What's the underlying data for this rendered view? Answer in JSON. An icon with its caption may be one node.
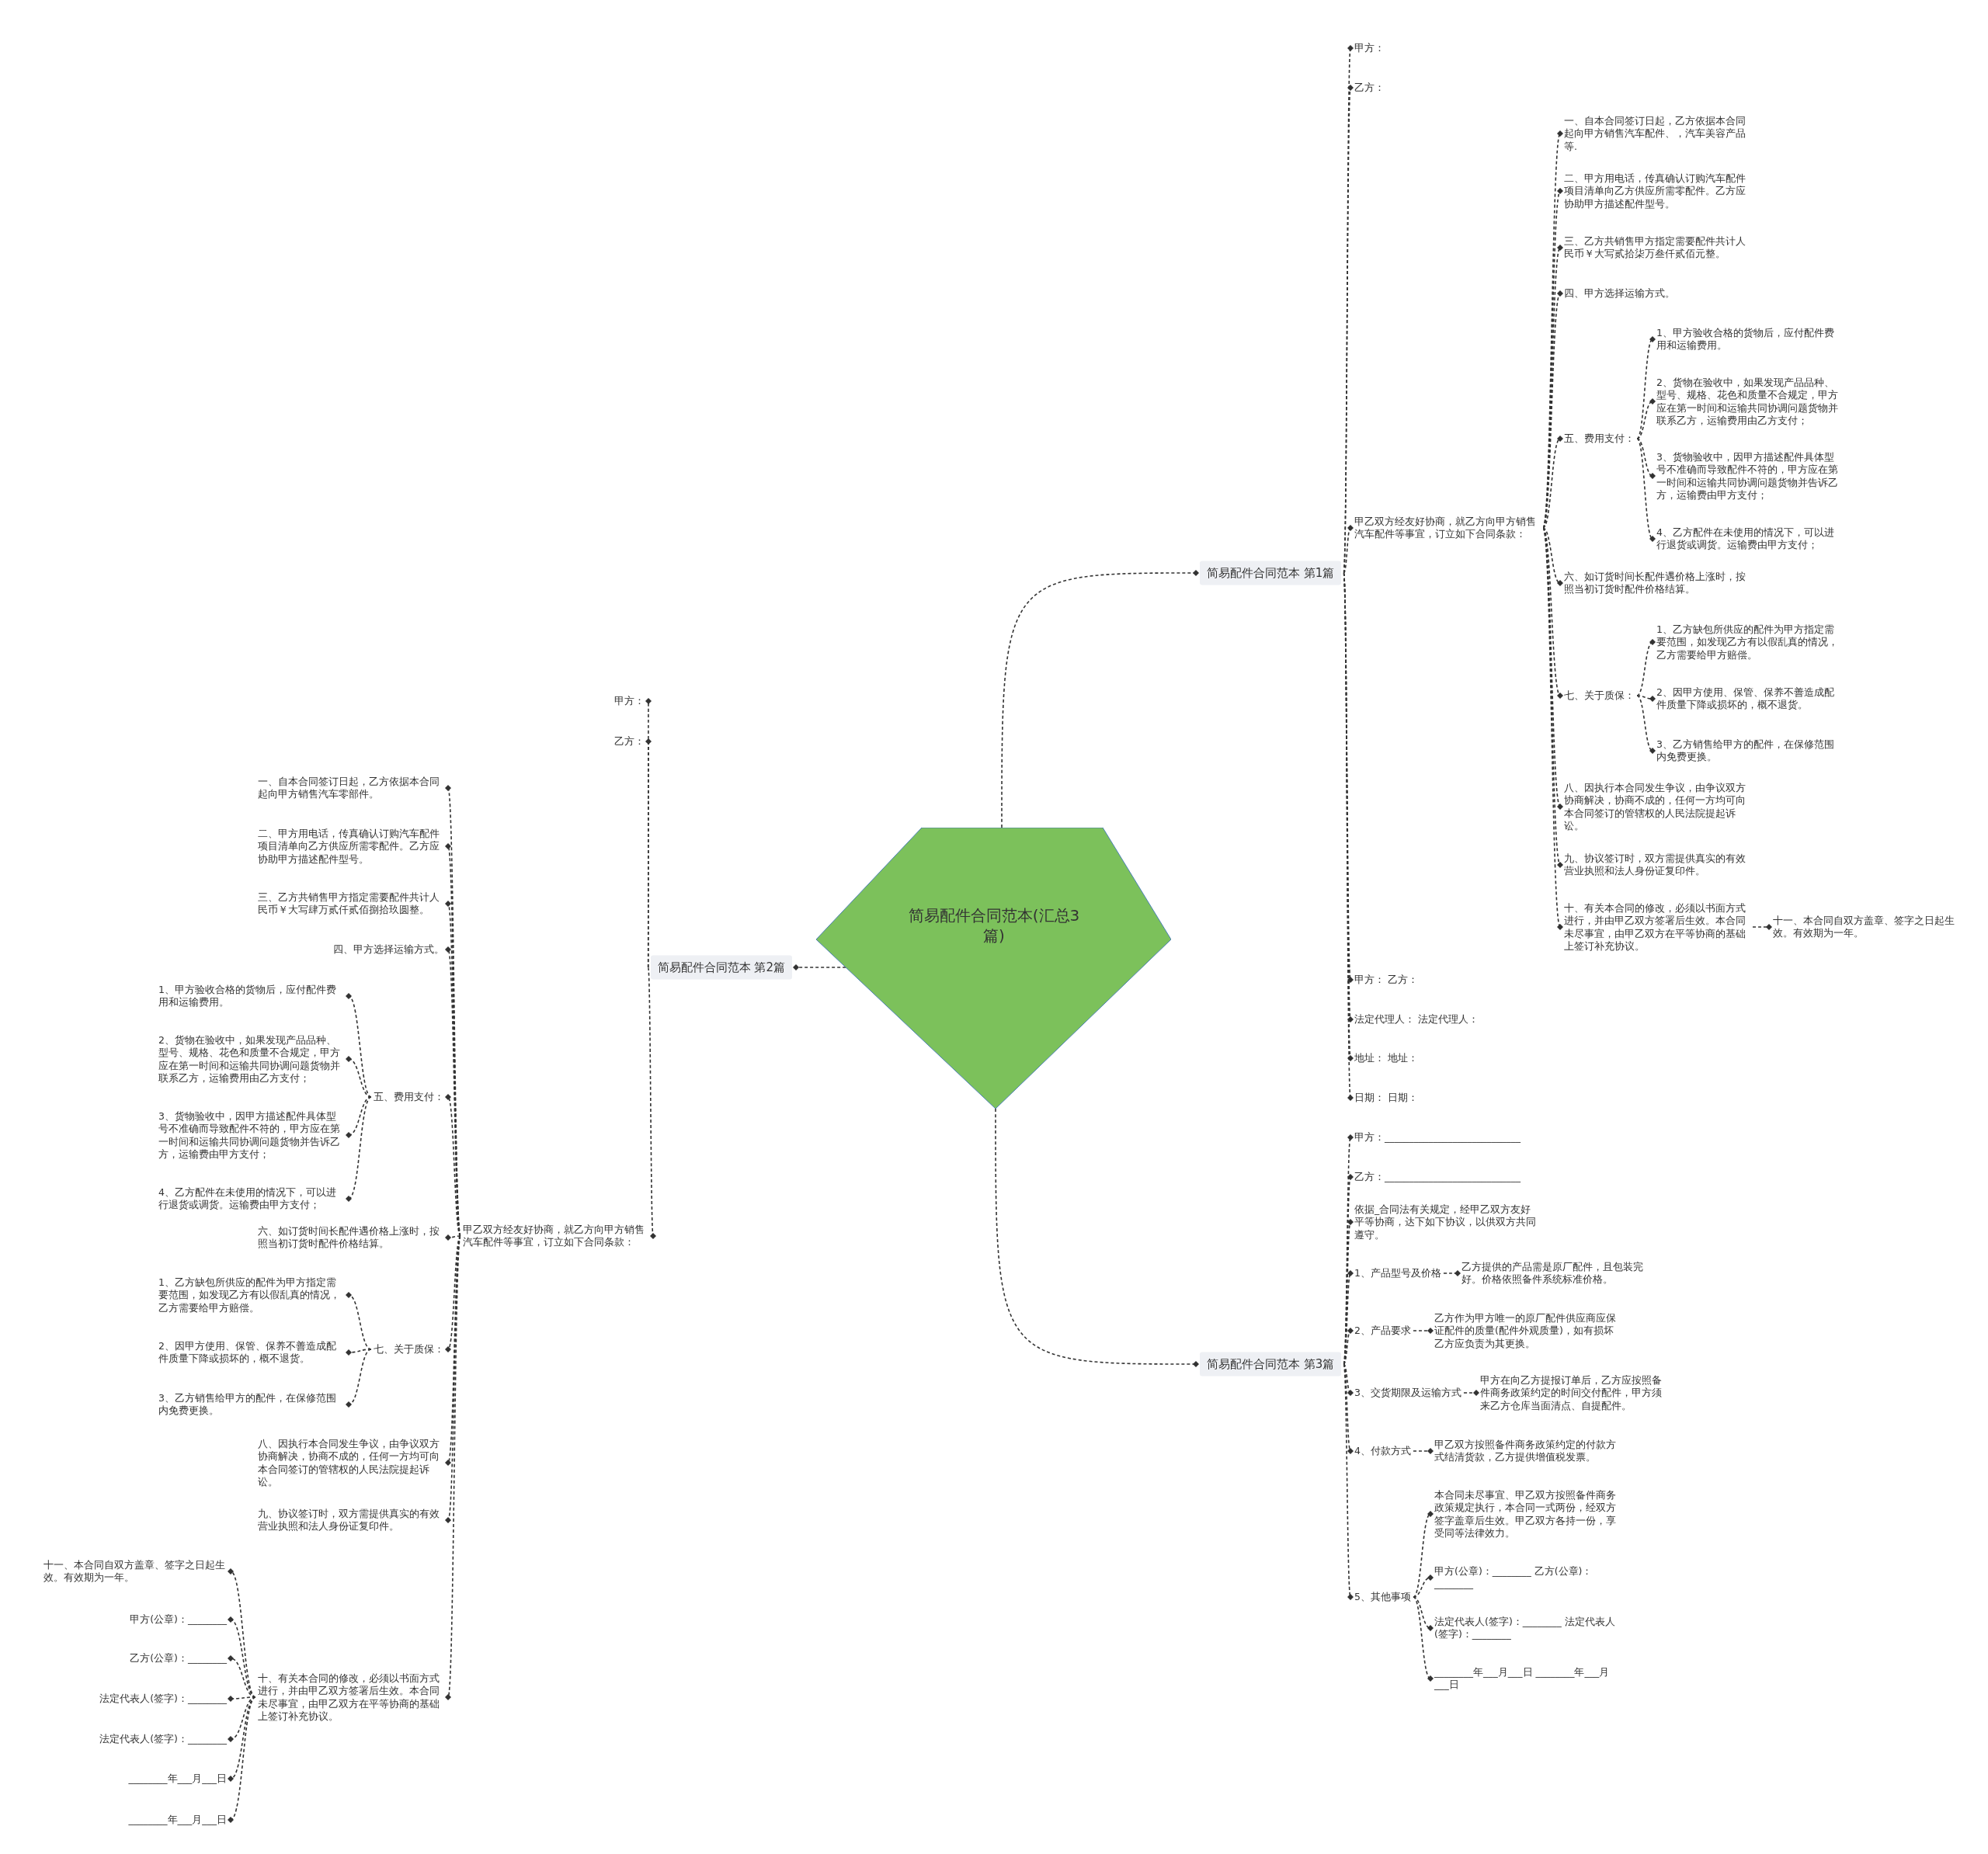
{
  "diagram": {
    "nodes": [
      {
        "text": [
          "简易配件合同范本(汇总3篇)"
        ]
      },
      {
        "text": [
          "简易配件合同范本 第1篇"
        ]
      },
      {
        "text": [
          "甲方："
        ]
      },
      {
        "text": [
          "乙方："
        ]
      },
      {
        "text": [
          "甲乙双方经友好协商，就乙方向甲方销售汽车配件等事宜，订立如下合同条款："
        ]
      },
      {
        "text": [
          "一、自本合同签订日起，乙方依据本合同起向甲方销售汽车配件、，汽车美容产品等."
        ]
      },
      {
        "text": [
          "二、甲方用电话，传真确认订购汽车配件项目清单向乙方供应所需零配件。乙方应协助甲方描述配件型号。"
        ]
      },
      {
        "text": [
          "三、乙方共销售甲方指定需要配件共计人民币￥大写贰拾柒万叁仟贰佰元整。"
        ]
      },
      {
        "text": [
          "四、甲方选择运输方式。"
        ]
      },
      {
        "text": [
          "五、费用支付："
        ]
      },
      {
        "text": [
          "1、甲方验收合格的货物后，应付配件费用和运输费用。"
        ]
      },
      {
        "text": [
          "2、货物在验收中，如果发现产品品种、型号、规格、花色和质量不合规定，甲方应在第一时间和运输共同协调问题货物并联系乙方，运输费用由乙方支付；"
        ]
      },
      {
        "text": [
          "3、货物验收中，因甲方描述配件具体型号不准确而导致配件不符的，甲方应在第一时间和运输共同协调问题货物并告诉乙方，运输费由甲方支付；"
        ]
      },
      {
        "text": [
          "4、乙方配件在未使用的情况下，可以进行退货或调货。运输费由甲方支付；"
        ]
      },
      {
        "text": [
          "六、如订货时间长配件遇价格上涨时，按照当初订货时配件价格结算。"
        ]
      },
      {
        "text": [
          "七、关于质保："
        ]
      },
      {
        "text": [
          "1、乙方缺包所供应的配件为甲方指定需要范围，如发现乙方有以假乱真的情况，乙方需要给甲方赔偿。"
        ]
      },
      {
        "text": [
          "2、因甲方使用、保管、保养不善造成配件质量下降或损坏的，概不退货。"
        ]
      },
      {
        "text": [
          "3、乙方销售给甲方的配件，在保修范围内免费更换。"
        ]
      },
      {
        "text": [
          "八、因执行本合同发生争议，由争议双方协商解决，协商不成的，任何一方均可向本合同签订的管辖权的人民法院提起诉讼。"
        ]
      },
      {
        "text": [
          "九、协议签订时，双方需提供真实的有效营业执照和法人身份证复印件。"
        ]
      },
      {
        "text": [
          "十、有关本合同的修改，必须以书面方式进行，并由甲乙双方签署后生效。本合同未尽事宜，由甲乙双方在平等协商的基础上签订补充协议。"
        ]
      },
      {
        "text": [
          "十一、本合同自双方盖章、签字之日起生效。有效期为一年。"
        ]
      },
      {
        "text": [
          "甲方： 乙方："
        ]
      },
      {
        "text": [
          "法定代理人： 法定代理人："
        ]
      },
      {
        "text": [
          "地址： 地址："
        ]
      },
      {
        "text": [
          "日期： 日期："
        ]
      },
      {
        "text": [
          "简易配件合同范本 第2篇"
        ]
      },
      {
        "text": [
          "甲方："
        ]
      },
      {
        "text": [
          "乙方："
        ]
      },
      {
        "text": [
          "甲乙双方经友好协商，就乙方向甲方销售汽车配件等事宜，订立如下合同条款："
        ]
      },
      {
        "text": [
          "一、自本合同签订日起，乙方依据本合同起向甲方销售汽车零部件。"
        ]
      },
      {
        "text": [
          "二、甲方用电话，传真确认订购汽车配件项目清单向乙方供应所需零配件。乙方应协助甲方描述配件型号。"
        ]
      },
      {
        "text": [
          "三、乙方共销售甲方指定需要配件共计人民币￥大写肆万贰仟贰佰捌拾玖圆整。"
        ]
      },
      {
        "text": [
          "四、甲方选择运输方式。"
        ]
      },
      {
        "text": [
          "五、费用支付："
        ]
      },
      {
        "text": [
          "1、甲方验收合格的货物后，应付配件费用和运输费用。"
        ]
      },
      {
        "text": [
          "2、货物在验收中，如果发现产品品种、型号、规格、花色和质量不合规定，甲方应在第一时间和运输共同协调问题货物并联系乙方，运输费用由乙方支付；"
        ]
      },
      {
        "text": [
          "3、货物验收中，因甲方描述配件具体型号不准确而导致配件不符的，甲方应在第一时间和运输共同协调问题货物并告诉乙方，运输费由甲方支付；"
        ]
      },
      {
        "text": [
          "4、乙方配件在未使用的情况下，可以进行退货或调货。运输费由甲方支付；"
        ]
      },
      {
        "text": [
          "六、如订货时间长配件遇价格上涨时，按照当初订货时配件价格结算。"
        ]
      },
      {
        "text": [
          "七、关于质保："
        ]
      },
      {
        "text": [
          "1、乙方缺包所供应的配件为甲方指定需要范围，如发现乙方有以假乱真的情况，乙方需要给甲方赔偿。"
        ]
      },
      {
        "text": [
          "2、因甲方使用、保管、保养不善造成配件质量下降或损坏的，概不退货。"
        ]
      },
      {
        "text": [
          "3、乙方销售给甲方的配件，在保修范围内免费更换。"
        ]
      },
      {
        "text": [
          "八、因执行本合同发生争议，由争议双方协商解决，协商不成的，任何一方均可向本合同签订的管辖权的人民法院提起诉讼。"
        ]
      },
      {
        "text": [
          "九、协议签订时，双方需提供真实的有效营业执照和法人身份证复印件。"
        ]
      },
      {
        "text": [
          "十、有关本合同的修改，必须以书面方式进行，并由甲乙双方签署后生效。本合同未尽事宜，由甲乙双方在平等协商的基础上签订补充协议。"
        ]
      },
      {
        "text": [
          "十一、本合同自双方盖章、签字之日起生效。有效期为一年。"
        ]
      },
      {
        "text": [
          "甲方(公章)：________"
        ]
      },
      {
        "text": [
          "乙方(公章)：________"
        ]
      },
      {
        "text": [
          "法定代表人(签字)：________"
        ]
      },
      {
        "text": [
          "法定代表人(签字)：________"
        ]
      },
      {
        "text": [
          "________年___月___日"
        ]
      },
      {
        "text": [
          "________年___月___日"
        ]
      },
      {
        "text": [
          "简易配件合同范本 第3篇"
        ]
      },
      {
        "text": [
          "甲方：____________________________"
        ]
      },
      {
        "text": [
          "乙方：____________________________"
        ]
      },
      {
        "text": [
          "依据_合同法有关规定，经甲乙双方友好平等协商，达下如下协议，以供双方共同遵守。"
        ]
      },
      {
        "text": [
          "1、产品型号及价格"
        ]
      },
      {
        "text": [
          "乙方提供的产品需是原厂配件，且包装完好。价格依照备件系统标准价格。"
        ]
      },
      {
        "text": [
          "2、产品要求"
        ]
      },
      {
        "text": [
          "乙方作为甲方唯一的原厂配件供应商应保证配件的质量(配件外观质量)，如有损坏乙方应负责为其更换。"
        ]
      },
      {
        "text": [
          "3、交货期限及运输方式"
        ]
      },
      {
        "text": [
          "甲方在向乙方提报订单后，乙方应按照备件商务政策约定的时间交付配件，甲方须来乙方仓库当面清点、自提配件。"
        ]
      },
      {
        "text": [
          "4、付款方式"
        ]
      },
      {
        "text": [
          "甲乙双方按照备件商务政策约定的付款方式结清货款，乙方提供增值税发票。"
        ]
      },
      {
        "text": [
          "5、其他事项"
        ]
      },
      {
        "text": [
          "本合同未尽事宜、甲乙双方按照备件商务政策规定执行，本合同一式两份，经双方签字盖章后生效。甲乙双方各持一份，享受同等法律效力。"
        ]
      },
      {
        "text": [
          "甲方(公章)：________ 乙方(公章)：________"
        ]
      },
      {
        "text": [
          "法定代表人(签字)：________ 法定代表人(签字)：________"
        ]
      },
      {
        "text": [
          "________年___月___日 ________年___月___日"
        ]
      }
    ],
    "edges": [
      {
        "from": 0,
        "to": 1,
        "arrow": "other"
      },
      {
        "from": 0,
        "to": 27,
        "arrow": "other"
      },
      {
        "from": 0,
        "to": 55,
        "arrow": "other"
      },
      {
        "from": 1,
        "to": 2,
        "arrow": "other"
      },
      {
        "from": 1,
        "to": 3,
        "arrow": "other"
      },
      {
        "from": 1,
        "to": 4,
        "arrow": "other"
      },
      {
        "from": 1,
        "to": 23,
        "arrow": "other"
      },
      {
        "from": 1,
        "to": 24,
        "arrow": "other"
      },
      {
        "from": 1,
        "to": 25,
        "arrow": "other"
      },
      {
        "from": 1,
        "to": 26,
        "arrow": "other"
      },
      {
        "from": 4,
        "to": 5,
        "arrow": "other"
      },
      {
        "from": 4,
        "to": 6,
        "arrow": "other"
      },
      {
        "from": 4,
        "to": 7,
        "arrow": "other"
      },
      {
        "from": 4,
        "to": 8,
        "arrow": "other"
      },
      {
        "from": 4,
        "to": 9,
        "arrow": "other"
      },
      {
        "from": 4,
        "to": 14,
        "arrow": "other"
      },
      {
        "from": 4,
        "to": 15,
        "arrow": "other"
      },
      {
        "from": 4,
        "to": 19,
        "arrow": "other"
      },
      {
        "from": 4,
        "to": 20,
        "arrow": "other"
      },
      {
        "from": 4,
        "to": 21,
        "arrow": "other"
      },
      {
        "from": 9,
        "to": 10,
        "arrow": "other"
      },
      {
        "from": 9,
        "to": 11,
        "arrow": "other"
      },
      {
        "from": 9,
        "to": 12,
        "arrow": "other"
      },
      {
        "from": 9,
        "to": 13,
        "arrow": "other"
      },
      {
        "from": 15,
        "to": 16,
        "arrow": "other"
      },
      {
        "from": 15,
        "to": 17,
        "arrow": "other"
      },
      {
        "from": 15,
        "to": 18,
        "arrow": "other"
      },
      {
        "from": 21,
        "to": 22,
        "arrow": "other"
      },
      {
        "from": 27,
        "to": 28,
        "arrow": "other"
      },
      {
        "from": 27,
        "to": 29,
        "arrow": "other"
      },
      {
        "from": 27,
        "to": 30,
        "arrow": "other"
      },
      {
        "from": 30,
        "to": 31,
        "arrow": "other"
      },
      {
        "from": 30,
        "to": 32,
        "arrow": "other"
      },
      {
        "from": 30,
        "to": 33,
        "arrow": "other"
      },
      {
        "from": 30,
        "to": 34,
        "arrow": "other"
      },
      {
        "from": 30,
        "to": 35,
        "arrow": "other"
      },
      {
        "from": 30,
        "to": 40,
        "arrow": "other"
      },
      {
        "from": 30,
        "to": 41,
        "arrow": "other"
      },
      {
        "from": 30,
        "to": 45,
        "arrow": "other"
      },
      {
        "from": 30,
        "to": 46,
        "arrow": "other"
      },
      {
        "from": 30,
        "to": 47,
        "arrow": "other"
      },
      {
        "from": 35,
        "to": 36,
        "arrow": "other"
      },
      {
        "from": 35,
        "to": 37,
        "arrow": "other"
      },
      {
        "from": 35,
        "to": 38,
        "arrow": "other"
      },
      {
        "from": 35,
        "to": 39,
        "arrow": "other"
      },
      {
        "from": 41,
        "to": 42,
        "arrow": "other"
      },
      {
        "from": 41,
        "to": 43,
        "arrow": "other"
      },
      {
        "from": 41,
        "to": 44,
        "arrow": "other"
      },
      {
        "from": 47,
        "to": 48,
        "arrow": "other"
      },
      {
        "from": 47,
        "to": 49,
        "arrow": "other"
      },
      {
        "from": 47,
        "to": 50,
        "arrow": "other"
      },
      {
        "from": 47,
        "to": 51,
        "arrow": "other"
      },
      {
        "from": 47,
        "to": 52,
        "arrow": "other"
      },
      {
        "from": 47,
        "to": 53,
        "arrow": "other"
      },
      {
        "from": 47,
        "to": 54,
        "arrow": "other"
      },
      {
        "from": 55,
        "to": 56,
        "arrow": "other"
      },
      {
        "from": 55,
        "to": 57,
        "arrow": "other"
      },
      {
        "from": 55,
        "to": 58,
        "arrow": "other"
      },
      {
        "from": 55,
        "to": 59,
        "arrow": "other"
      },
      {
        "from": 55,
        "to": 61,
        "arrow": "other"
      },
      {
        "from": 55,
        "to": 63,
        "arrow": "other"
      },
      {
        "from": 55,
        "to": 65,
        "arrow": "other"
      },
      {
        "from": 55,
        "to": 67,
        "arrow": "other"
      },
      {
        "from": 59,
        "to": 60,
        "arrow": "other"
      },
      {
        "from": 61,
        "to": 62,
        "arrow": "other"
      },
      {
        "from": 63,
        "to": 64,
        "arrow": "other"
      },
      {
        "from": 65,
        "to": 66,
        "arrow": "other"
      },
      {
        "from": 67,
        "to": 68,
        "arrow": "other"
      },
      {
        "from": 67,
        "to": 69,
        "arrow": "other"
      },
      {
        "from": 67,
        "to": 70,
        "arrow": "other"
      },
      {
        "from": 67,
        "to": 71,
        "arrow": "other"
      }
    ]
  }
}
